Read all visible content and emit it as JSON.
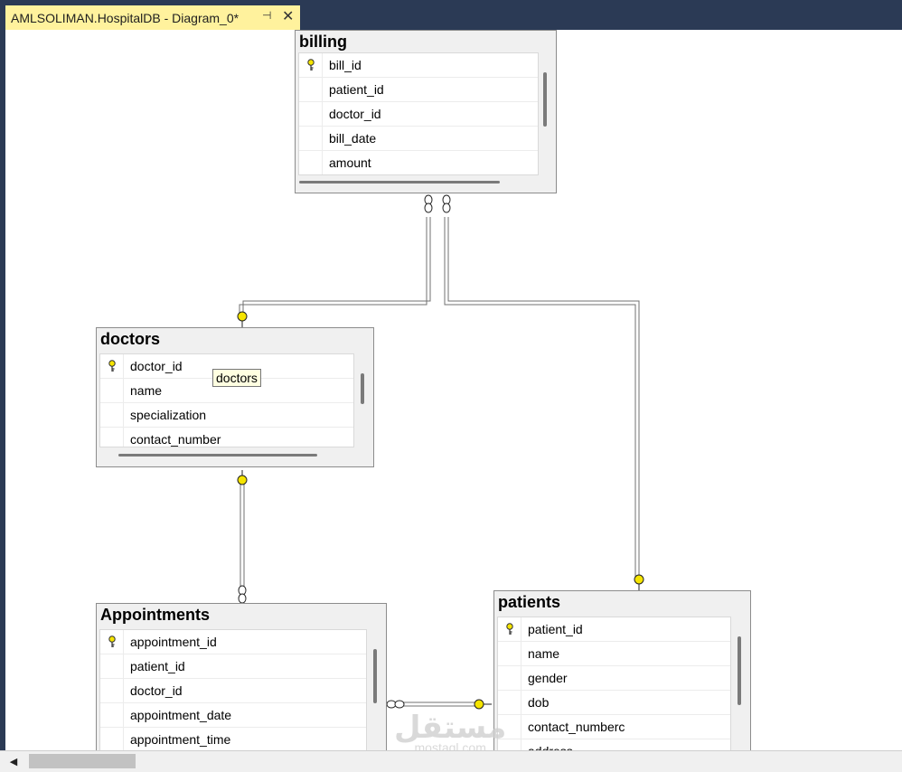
{
  "tab": {
    "title": "AMLSOLIMAN.HospitalDB - Diagram_0*",
    "pin_icon": "pin-icon",
    "close_icon": "close-icon"
  },
  "tables": {
    "billing": {
      "name": "billing",
      "columns": [
        {
          "name": "bill_id",
          "key": true
        },
        {
          "name": "patient_id",
          "key": false
        },
        {
          "name": "doctor_id",
          "key": false
        },
        {
          "name": "bill_date",
          "key": false
        },
        {
          "name": "amount",
          "key": false
        }
      ]
    },
    "doctors": {
      "name": "doctors",
      "columns": [
        {
          "name": "doctor_id",
          "key": true
        },
        {
          "name": "name",
          "key": false
        },
        {
          "name": "specialization",
          "key": false
        },
        {
          "name": "contact_number",
          "key": false
        }
      ]
    },
    "appointments": {
      "name": "Appointments",
      "columns": [
        {
          "name": "appointment_id",
          "key": true
        },
        {
          "name": "patient_id",
          "key": false
        },
        {
          "name": "doctor_id",
          "key": false
        },
        {
          "name": "appointment_date",
          "key": false
        },
        {
          "name": "appointment_time",
          "key": false
        }
      ]
    },
    "patients": {
      "name": "patients",
      "columns": [
        {
          "name": "patient_id",
          "key": true
        },
        {
          "name": "name",
          "key": false
        },
        {
          "name": "gender",
          "key": false
        },
        {
          "name": "dob",
          "key": false
        },
        {
          "name": "contact_numberc",
          "key": false
        },
        {
          "name": "address",
          "key": false
        }
      ]
    }
  },
  "tooltip": {
    "text": "doctors"
  },
  "watermark": {
    "arabic": "مستقل",
    "latin": "mostaql.com"
  },
  "colors": {
    "tab_active": "#fff29d",
    "frame": "#2b3a55",
    "key_icon": "#f5e400",
    "connector": "#707070"
  }
}
